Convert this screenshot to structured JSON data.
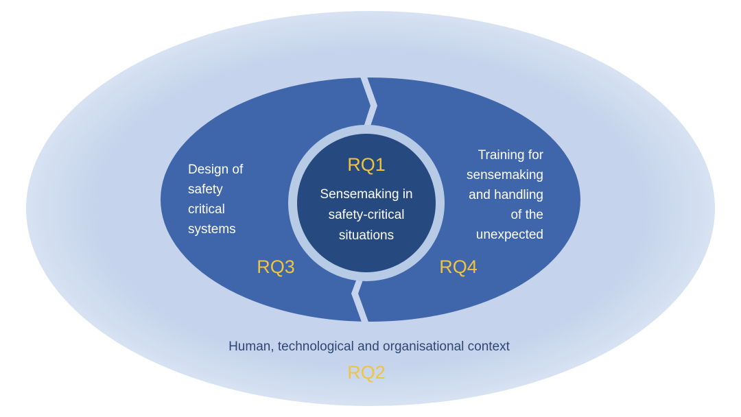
{
  "colors": {
    "outer_ellipse": "#c5d4ec",
    "middle_ellipse": "#3f66aa",
    "center_circle": "#26497f",
    "center_ring": "#b7cae6",
    "notch_light": "#c5d4ec",
    "white_text": "#ffffff",
    "rq_accent": "#f0c43f",
    "context_text": "#2f4672"
  },
  "center": {
    "rq": "RQ1",
    "text": "Sensemaking in\nsafety-critical\nsituations"
  },
  "left": {
    "text": "Design of\nsafety\ncritical\nsystems",
    "rq": "RQ3"
  },
  "right": {
    "text": "Training for\nsensemaking\nand handling\nof the\nunexpected",
    "rq": "RQ4"
  },
  "outer": {
    "text": "Human, technological and organisational context",
    "rq": "RQ2"
  }
}
